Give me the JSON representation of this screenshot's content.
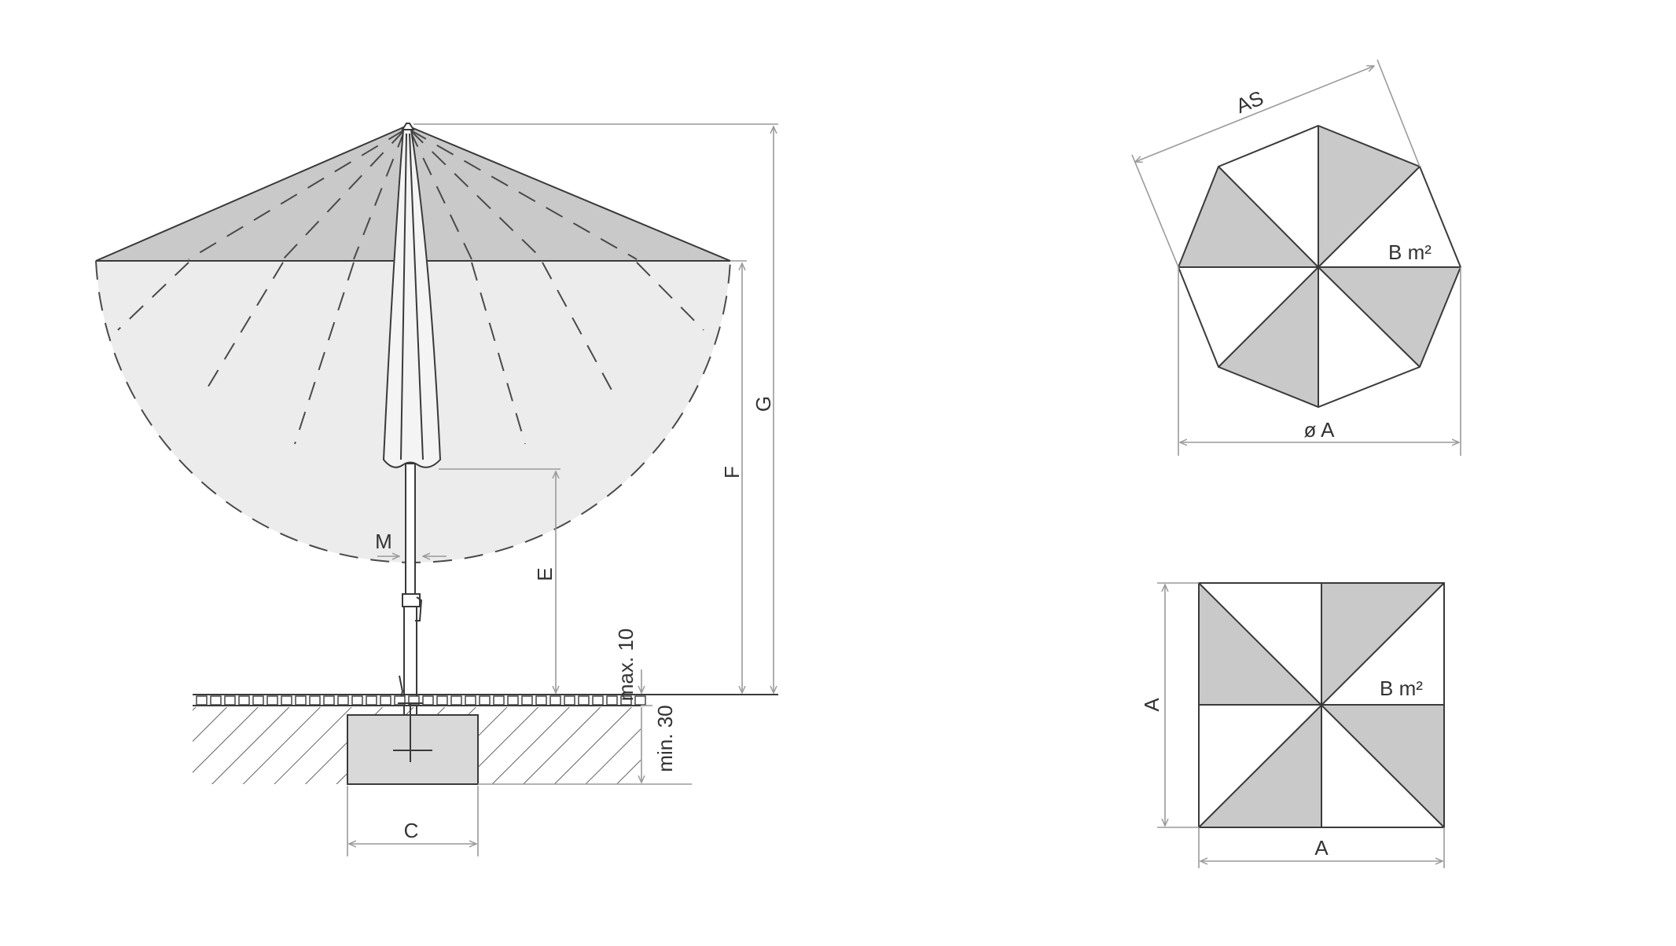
{
  "side_view": {
    "labels": {
      "M": "M",
      "E": "E",
      "F": "F",
      "G": "G",
      "max10": "max. 10",
      "min30": "min. 30",
      "C": "C"
    }
  },
  "octagon_view": {
    "labels": {
      "AS": "AS",
      "B": "B m²",
      "A": "ø A"
    }
  },
  "square_view": {
    "labels": {
      "A_side": "A",
      "B": "B m²",
      "A_bottom": "A"
    }
  },
  "colors": {
    "canopy_dark": "#c9c9c9",
    "canopy_light": "#ececec",
    "line": "#3a3a3a",
    "dimension": "#9a9a9a"
  }
}
